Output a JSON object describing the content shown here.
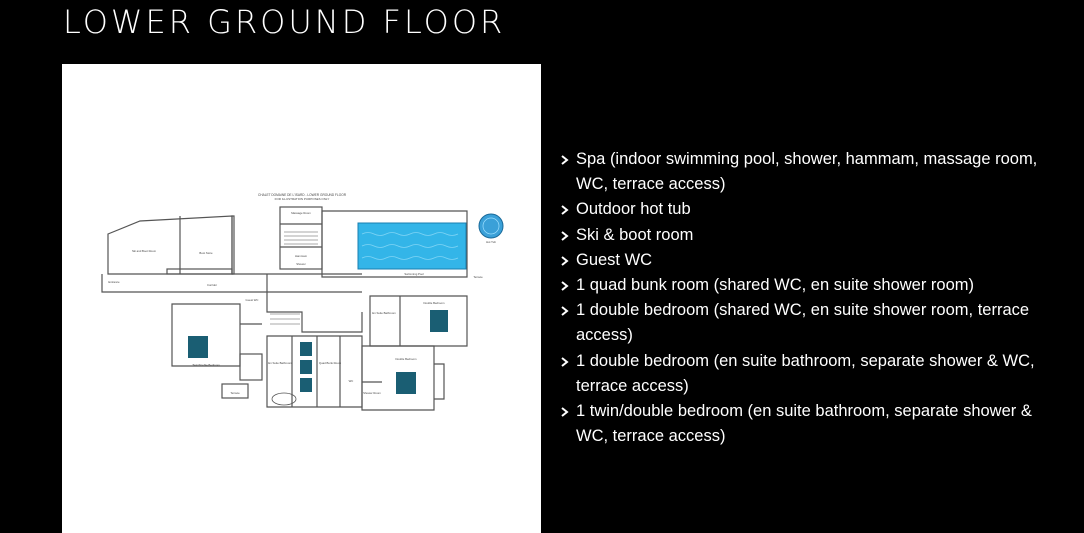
{
  "page": {
    "title": "LOWER GROUND FLOOR"
  },
  "floor_plan": {
    "heading_line1": "CHALET DOMAINE DE L'ISARD - LOWER GROUND FLOOR",
    "heading_line2": "FOR ILLUSTRATION PURPOSES ONLY",
    "room_labels": {
      "ski_room": "Ski and Boot Room",
      "boot_store": "Boot Store",
      "guest_wc": "Guest WC",
      "massage_room": "Massage Room",
      "hammam": "Hammam",
      "shower": "Shower",
      "pool": "Swimming Pool",
      "hot_tub": "Hot Tub",
      "terrace_east": "Terrace",
      "entrance": "Entrance",
      "corridor": "Corridor",
      "bunk_room": "Quad Bunk Room",
      "bedroom_5": "Double Bedroom",
      "bedroom_6": "Double Bedroom",
      "bedroom_7": "Twin/Double Bedroom",
      "bathroom_a": "En Suite Bathroom",
      "bathroom_b": "En Suite Bathroom",
      "wc": "WC",
      "shower_room": "Shower Room",
      "terrace_south": "Terrace"
    }
  },
  "features": [
    "Spa (indoor swimming pool, shower, hammam, massage room, WC, terrace access)",
    "Outdoor hot tub",
    "Ski & boot room",
    "Guest WC",
    "1 quad bunk room (shared WC, en suite shower room)",
    "1 double bedroom (shared WC, en suite shower room, terrace access)",
    "1 double bedroom (en suite bathroom, separate shower & WC, terrace access)",
    "1 twin/double bedroom (en suite bathroom, separate shower & WC, terrace access)"
  ],
  "icons": {
    "bullet": "chevron-right-icon"
  },
  "colors": {
    "background": "#000000",
    "text": "#ffffff",
    "pool": "#33b5e8",
    "hot_tub": "#3aa0d8",
    "bed": "#1a5e73",
    "walls": "#555555"
  }
}
